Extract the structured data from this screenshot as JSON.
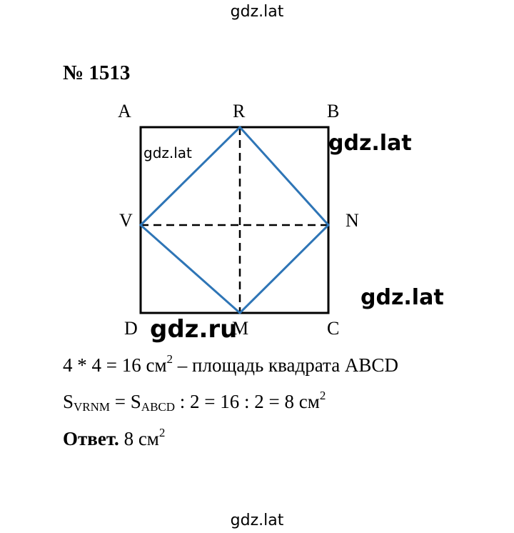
{
  "watermarks": {
    "top": "gdz.lat",
    "inner": "gdz.lat",
    "right1": "gdz.lat",
    "right2": "gdz.lat",
    "ru": "gdz.ru",
    "bottom": "gdz.lat"
  },
  "problem": {
    "number": "№ 1513"
  },
  "figure": {
    "labels": {
      "A": "A",
      "R": "R",
      "B": "B",
      "V": "V",
      "N": "N",
      "D": "D",
      "M": "M",
      "C": "C"
    },
    "colors": {
      "square": "#000000",
      "rhombus": "#2e75b6",
      "dashed": "#000000"
    }
  },
  "solution": {
    "line1": {
      "expr": "4 * 4 = 16 см",
      "exp": "2",
      "text": " – площадь квадрата ABCD"
    },
    "line2": {
      "s1": "S",
      "sub1": "VRNM",
      "mid": " = S",
      "sub2": "ABCD",
      "rest": " : 2 = 16 : 2 = 8 см",
      "exp": "2"
    },
    "answer": {
      "label": "Ответ.",
      "value": " 8 см",
      "exp": "2"
    }
  }
}
